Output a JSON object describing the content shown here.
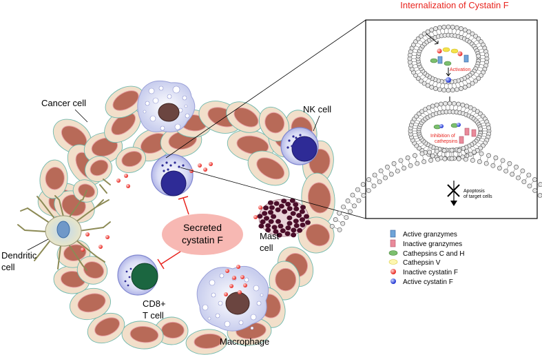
{
  "title": "Internalization of Cystatin F",
  "labels": {
    "cancer_cell": "Cancer cell",
    "nk_cell": "NK cell",
    "dendritic_line1": "Dendritic",
    "dendritic_line2": "cell",
    "mast_line1": "Mast",
    "mast_line2": "cell",
    "cd8_line1": "CD8+",
    "cd8_line2": "T cell",
    "macrophage": "Macrophage",
    "secreted_line1": "Secreted",
    "secreted_line2": "cystatin F"
  },
  "inset": {
    "activation": "Activation",
    "inhibition_line1": "Inhibition of",
    "inhibition_line2": "cathepsins",
    "apoptosis_line1": "Apoptosis",
    "apoptosis_line2": "of target cells"
  },
  "legend": [
    {
      "label": "Active granzymes",
      "icon": "active-granzyme-icon"
    },
    {
      "label": "Inactive granzymes",
      "icon": "inactive-granzyme-icon"
    },
    {
      "label": "Cathepsins C and H",
      "icon": "cathepsin-ch-icon"
    },
    {
      "label": "Cathepsin V",
      "icon": "cathepsin-v-icon"
    },
    {
      "label": "Inactive cystatin F",
      "icon": "inactive-cystatin-icon"
    },
    {
      "label": "Active cystatin F",
      "icon": "active-cystatin-icon"
    }
  ],
  "colors": {
    "title": "#e8231d",
    "cancer_body": "#f2dfca",
    "cancer_nucleus": "#b86a58",
    "secreted_bubble": "#f7b8b3",
    "inhibitor": "#e8231d",
    "active_granzyme": "#6fa4d8",
    "inactive_granzyme": "#e98a9a",
    "cathepsin_ch": "#7cbf6e",
    "cathepsin_v": "#f5e24a",
    "nk_nucleus": "#2e2b96",
    "cd8_nucleus": "#1b6640",
    "mast_granules": "#4b0e2a"
  }
}
